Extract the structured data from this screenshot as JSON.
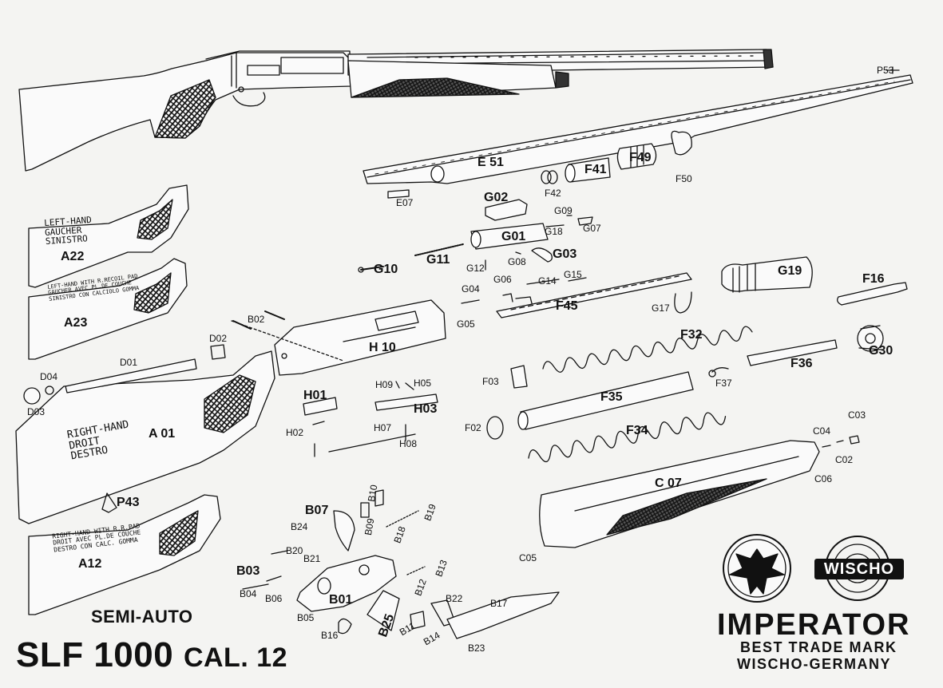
{
  "title": {
    "mode": "SEMI-AUTO",
    "model": "SLF 1000",
    "caliber": "CAL. 12"
  },
  "brand": {
    "name": "IMPERATOR",
    "tagline": "BEST TRADE MARK",
    "maker": "WISCHO-GERMANY",
    "logo_text": "WISCHO",
    "emblem": "eagle-icon"
  },
  "stock_text": {
    "a22": "LEFT-HAND\nGAUCHER\nSINISTRO",
    "a23": "LEFT-HAND WITH R.RECOIL PAD\nGAUCHER AVEC PL.DE COUCHE\nSINISTRO CON CALCIOLO GOMMA",
    "a01": "RIGHT-HAND\nDROIT\nDESTRO",
    "a12": "RIGHT-HAND WITH R.R.PAD\nDROIT AVEC PL.DE COUCHE\nDESTRO CON CALC. GOMMA"
  },
  "parts": {
    "P53": "P53",
    "E51": "E 51",
    "E07": "E07",
    "F41": "F41",
    "F49": "F49",
    "F42": "F42",
    "F50": "F50",
    "G02": "G02",
    "G09": "G09",
    "G18": "G18",
    "G07": "G07",
    "G01": "G01",
    "G03": "G03",
    "G08": "G08",
    "G10": "G10",
    "G11": "G11",
    "G12": "G12",
    "G04": "G04",
    "G05": "G05",
    "G06": "G06",
    "G14": "G14",
    "G15": "G15",
    "F45": "F45",
    "G17": "G17",
    "G19": "G19",
    "F16": "F16",
    "G30": "G30",
    "F32": "F32",
    "F36": "F36",
    "F37": "F37",
    "F03": "F03",
    "F35": "F35",
    "F02": "F02",
    "F34": "F34",
    "C04": "C04",
    "C03": "C03",
    "C02": "C02",
    "C06": "C06",
    "C07": "C 07",
    "C05": "C05",
    "A22": "A22",
    "A23": "A23",
    "B02": "B02",
    "D02": "D02",
    "H10": "H 10",
    "D01": "D01",
    "D04": "D04",
    "D03": "D03",
    "H09": "H09",
    "H05": "H05",
    "H01": "H01",
    "H03": "H03",
    "H02": "H02",
    "H07": "H07",
    "H08": "H08",
    "A01": "A 01",
    "P43": "P43",
    "A12": "A12",
    "B10": "B10",
    "B07": "B07",
    "B19": "B19",
    "B09": "B09",
    "B18": "B18",
    "B24": "B24",
    "B20": "B20",
    "B21": "B21",
    "B13": "B13",
    "B03": "B03",
    "B12": "B12",
    "B04": "B04",
    "B06": "B06",
    "B01": "B01",
    "B22": "B22",
    "B17": "B17",
    "B05": "B05",
    "B25": "B25",
    "B11": "B11",
    "B14": "B14",
    "B16": "B16",
    "B23": "B23"
  }
}
